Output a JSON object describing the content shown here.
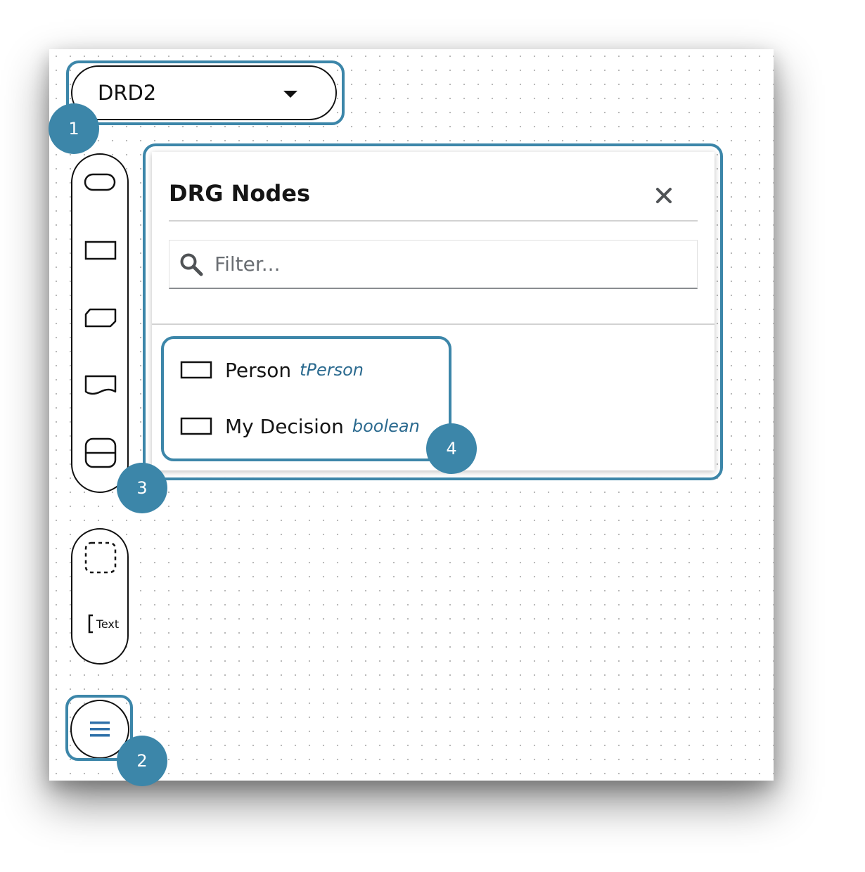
{
  "drd_selector": {
    "selected": "DRD2"
  },
  "palette": {
    "tools": [
      {
        "icon": "input-data-icon"
      },
      {
        "icon": "decision-icon"
      },
      {
        "icon": "bkm-icon"
      },
      {
        "icon": "knowledge-source-icon"
      },
      {
        "icon": "decision-service-icon"
      }
    ],
    "annotations": [
      {
        "icon": "group-icon"
      },
      {
        "icon": "text-annotation-icon",
        "label": "Text"
      }
    ]
  },
  "drg_panel": {
    "title": "DRG Nodes",
    "filter_placeholder": "Filter...",
    "nodes": [
      {
        "name": "Person",
        "type": "tPerson"
      },
      {
        "name": "My Decision",
        "type": "boolean"
      }
    ]
  },
  "callouts": [
    "1",
    "2",
    "3",
    "4"
  ],
  "colors": {
    "accent": "#3c86a9",
    "type_text": "#2b6a8f",
    "menu_icon": "#2d6fa8"
  }
}
